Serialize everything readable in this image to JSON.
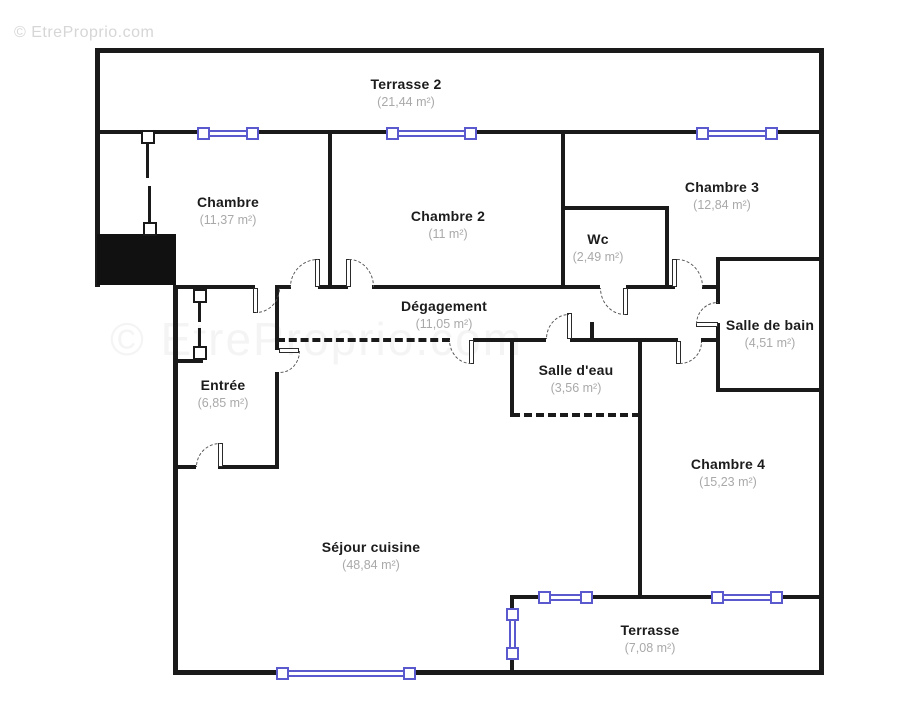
{
  "watermark": {
    "text": "© EtreProprio.com"
  },
  "colors": {
    "wall": "#1a1a1a",
    "window_blue": "#5a5ace",
    "area_text": "#a9a9a9",
    "name_text": "#1c1c1c",
    "watermark": "#d6d6d6"
  },
  "rooms": [
    {
      "id": "terrasse2",
      "name": "Terrasse 2",
      "area": "(21,44 m²)"
    },
    {
      "id": "chambre",
      "name": "Chambre",
      "area": "(11,37 m²)"
    },
    {
      "id": "chambre2",
      "name": "Chambre 2",
      "area": "(11 m²)"
    },
    {
      "id": "chambre3",
      "name": "Chambre 3",
      "area": "(12,84 m²)"
    },
    {
      "id": "wc",
      "name": "Wc",
      "area": "(2,49 m²)"
    },
    {
      "id": "degagement",
      "name": "Dégagement",
      "area": "(11,05 m²)"
    },
    {
      "id": "salle_de_bain",
      "name": "Salle de bain",
      "area": "(4,51 m²)"
    },
    {
      "id": "entree",
      "name": "Entrée",
      "area": "(6,85 m²)"
    },
    {
      "id": "salle_deau",
      "name": "Salle d'eau",
      "area": "(3,56 m²)"
    },
    {
      "id": "chambre4",
      "name": "Chambre 4",
      "area": "(15,23 m²)"
    },
    {
      "id": "sejour",
      "name": "Séjour cuisine",
      "area": "(48,84 m²)"
    },
    {
      "id": "terrasse",
      "name": "Terrasse",
      "area": "(7,08 m²)"
    }
  ]
}
